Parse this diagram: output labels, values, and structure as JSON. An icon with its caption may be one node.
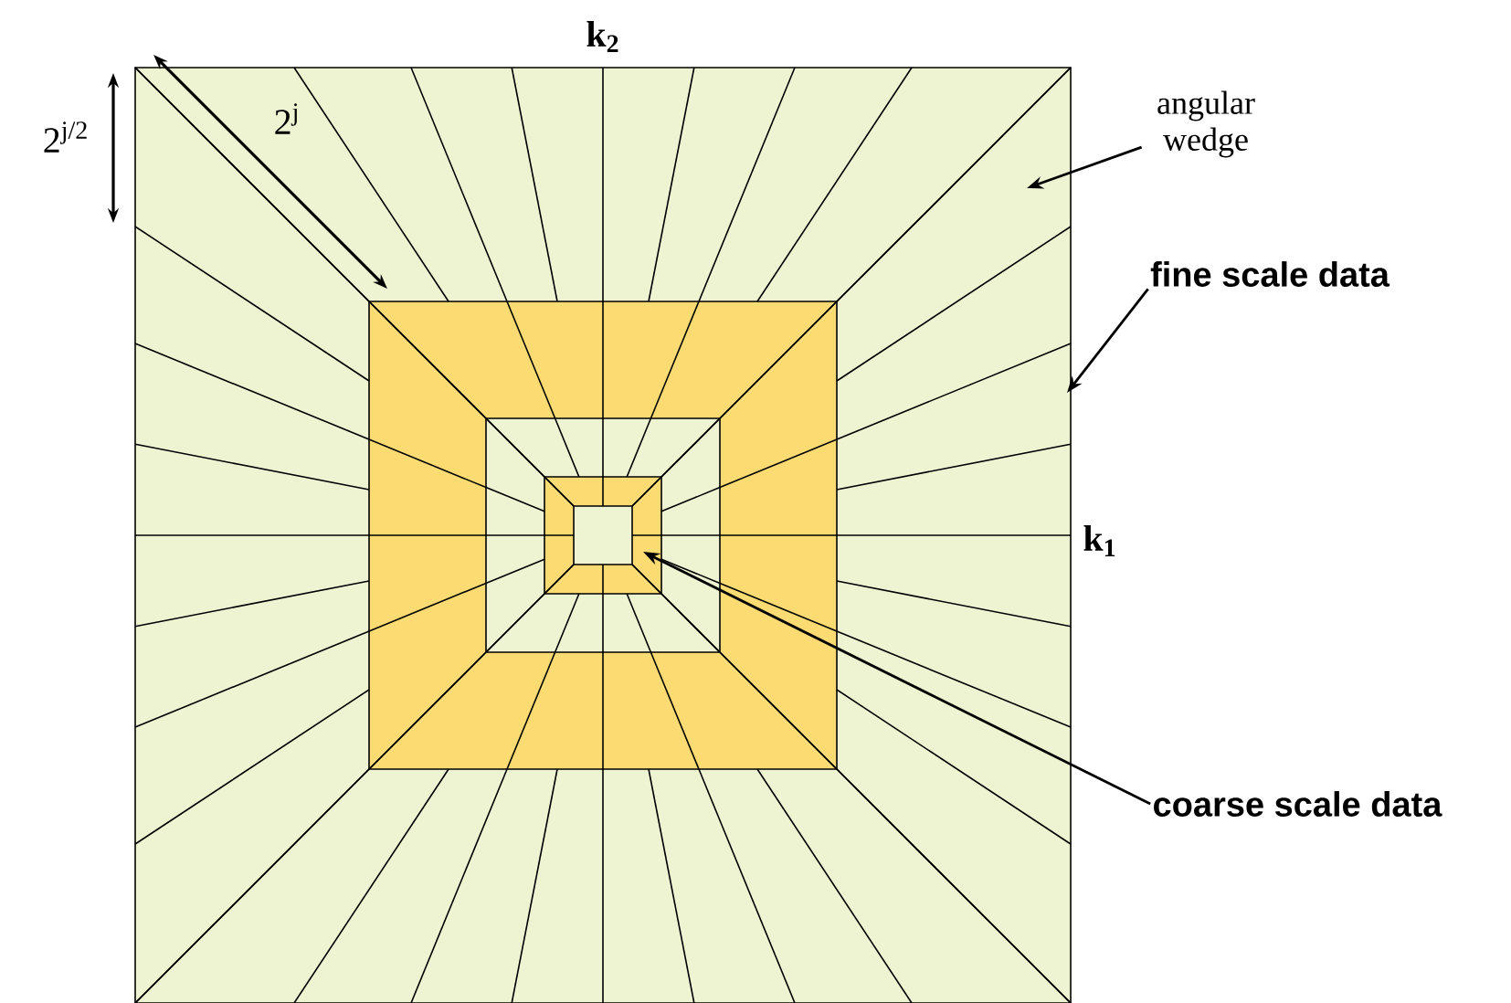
{
  "diagram": {
    "nodes": [
      {
        "text": [
          "angular wedge"
        ]
      },
      {
        "text": [
          "fine scale data"
        ]
      },
      {
        "text": [
          "coarse scale data"
        ]
      }
    ],
    "edges": [
      {
        "from": 0,
        "to": null,
        "arrow": "to"
      },
      {
        "from": 1,
        "to": null,
        "arrow": "to"
      },
      {
        "from": 2,
        "to": null,
        "arrow": "to"
      }
    ],
    "labels": [
      "k$_{2}$",
      "2$^{j/2}$",
      "2$^{j}$",
      "k$_{1}$"
    ]
  }
}
